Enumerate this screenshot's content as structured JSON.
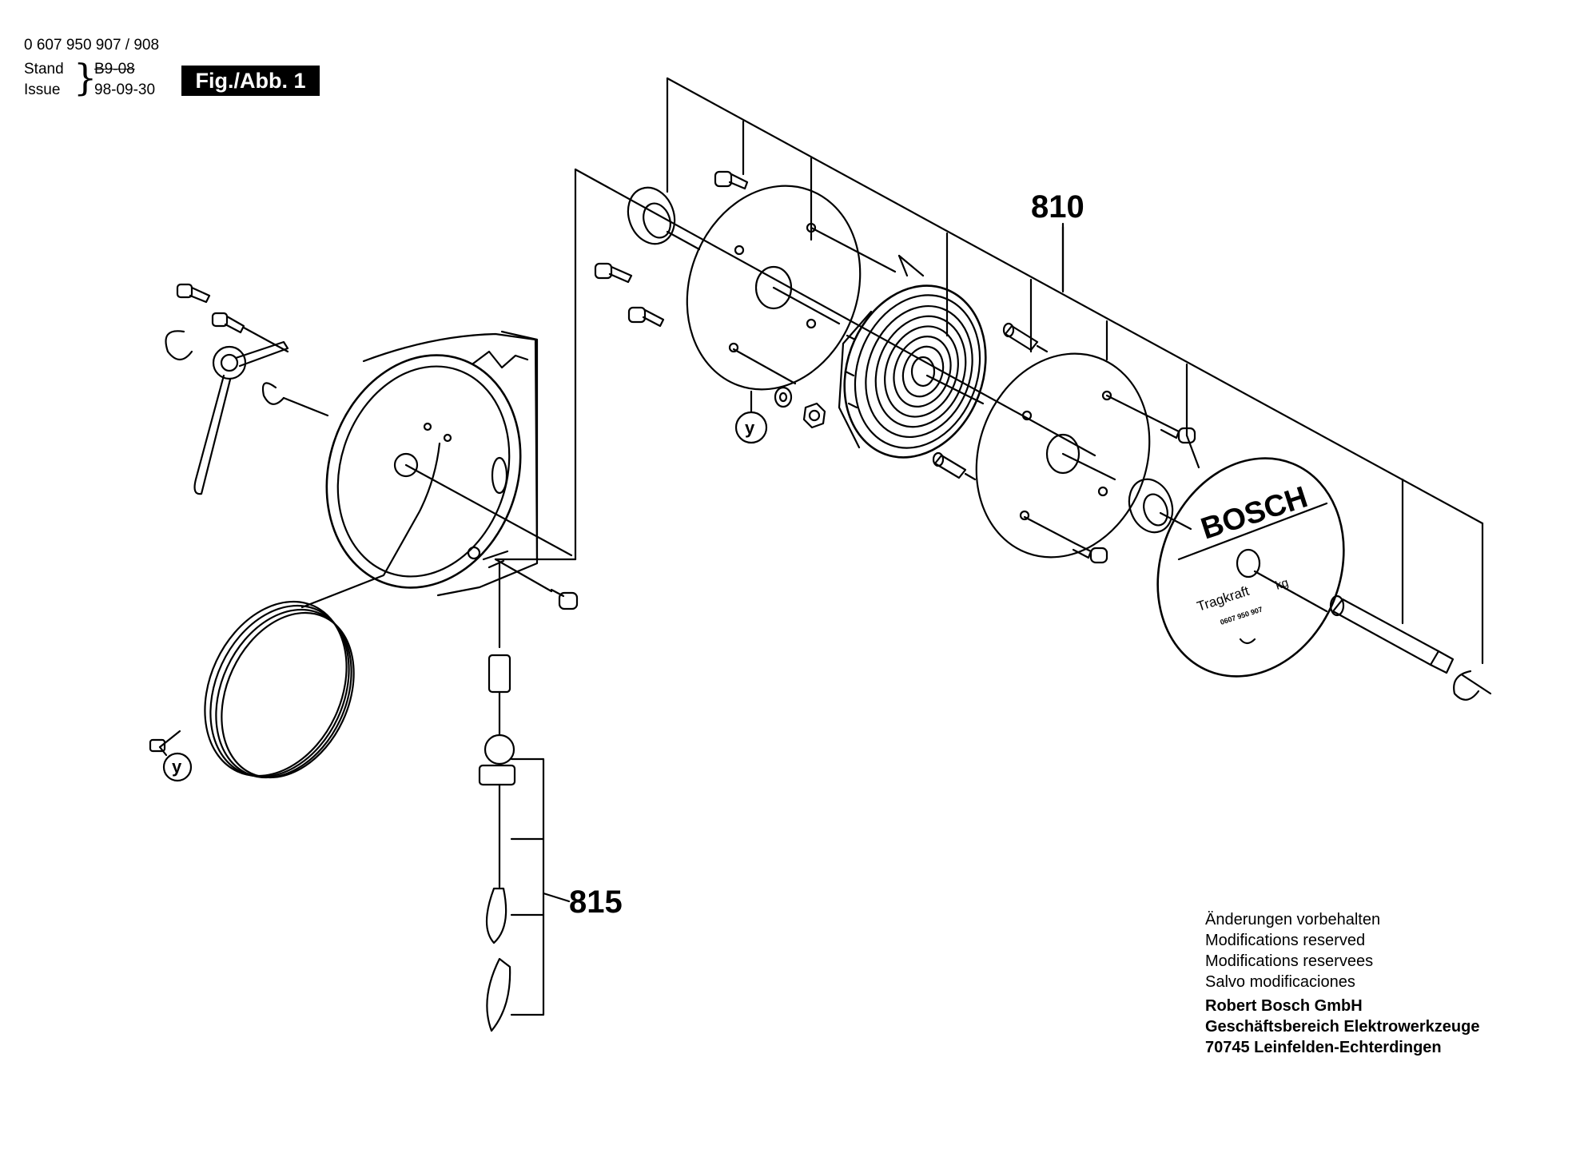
{
  "header": {
    "part_number": "0 607 950 907 / 908",
    "stand_label": "Stand",
    "issue_label": "Issue",
    "stand_value": "B9-08",
    "issue_value": "98-09-30",
    "figure_label": "Fig./Abb. 1"
  },
  "callouts": {
    "group_810": "810",
    "group_815": "815",
    "ref_y": "y"
  },
  "cover_plate": {
    "brand": "BOSCH",
    "capacity_label": "Tragkraft",
    "unit": "kg",
    "part_no": "0607 950 907"
  },
  "footer": {
    "lines": [
      "Änderungen vorbehalten",
      "Modifications reserved",
      "Modifications reservees",
      "Salvo modificaciones"
    ],
    "company": "Robert Bosch GmbH",
    "division": "Geschäftsbereich Elektrowerkzeuge",
    "address": "70745 Leinfelden-Echterdingen"
  }
}
